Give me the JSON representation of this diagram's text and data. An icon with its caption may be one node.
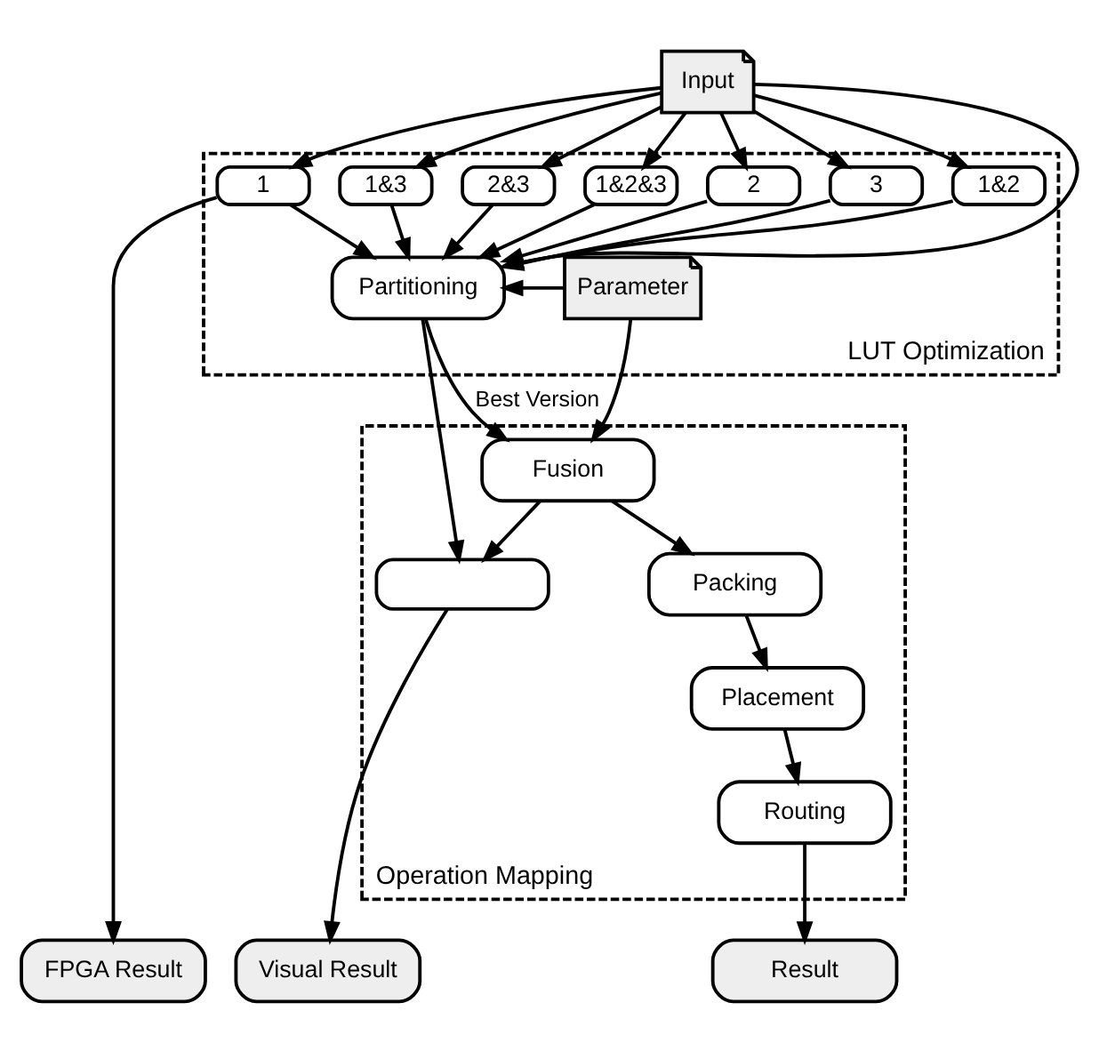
{
  "diagram": {
    "nodes": [
      {
        "text": [
          "Input"
        ]
      },
      {
        "text": [
          "LUT Optimization"
        ]
      },
      {
        "text": [
          "1"
        ],
        "in": 1
      },
      {
        "text": [
          "2"
        ],
        "in": 1
      },
      {
        "text": [
          "3"
        ],
        "in": 1
      },
      {
        "text": [
          "1&2"
        ],
        "in": 1
      },
      {
        "text": [
          "1&3"
        ],
        "in": 1
      },
      {
        "text": [
          "2&3"
        ],
        "in": 1
      },
      {
        "text": [
          "1&2&3"
        ],
        "in": 1
      },
      {
        "text": [
          "Partitioning"
        ],
        "in": 1
      },
      {
        "text": [
          "Parameter"
        ],
        "in": 1
      },
      {
        "text": [
          "Operation Mapping"
        ]
      },
      {
        "text": [
          "Fusion"
        ],
        "in": 11
      },
      {
        "text": [
          "Packing"
        ],
        "in": 11
      },
      {
        "text": [
          "Placement"
        ],
        "in": 11
      },
      {
        "text": [
          "Routing"
        ],
        "in": 11
      },
      {
        "text": [],
        "shape": "box",
        "in": 11
      },
      {
        "text": [
          "FPGA Result"
        ]
      },
      {
        "text": [
          "Result"
        ]
      },
      {
        "text": [
          "Visual Result"
        ]
      }
    ],
    "edges": [
      {
        "from": 0,
        "to": 2,
        "arrow": "to"
      },
      {
        "from": 0,
        "to": 3,
        "arrow": "to"
      },
      {
        "from": 0,
        "to": 4,
        "arrow": "to"
      },
      {
        "from": 0,
        "to": 5,
        "arrow": "to"
      },
      {
        "from": 0,
        "to": 9,
        "arrow": "to"
      },
      {
        "from": 0,
        "to": 6,
        "arrow": "to"
      },
      {
        "from": 0,
        "to": 7,
        "arrow": "to"
      },
      {
        "from": 0,
        "to": 8,
        "arrow": "to"
      },
      {
        "from": 2,
        "to": 9,
        "arrow": "to"
      },
      {
        "from": 3,
        "to": 9,
        "arrow": "to"
      },
      {
        "from": 4,
        "to": 9,
        "arrow": "to"
      },
      {
        "from": 5,
        "to": 9,
        "arrow": "to"
      },
      {
        "from": 6,
        "to": 9,
        "arrow": "to"
      },
      {
        "from": 7,
        "to": 9,
        "arrow": "to"
      },
      {
        "from": 8,
        "to": 9,
        "arrow": "to"
      },
      {
        "from": 10,
        "to": 9,
        "arrow": "to"
      },
      {
        "from": 9,
        "to": 12,
        "arrow": "to",
        "label": "Best Version"
      },
      {
        "from": 10,
        "to": 12,
        "arrow": "to"
      },
      {
        "from": 9,
        "to": 16,
        "arrow": "to"
      },
      {
        "from": 12,
        "to": 16,
        "arrow": "to"
      },
      {
        "from": 12,
        "to": 13,
        "arrow": "to"
      },
      {
        "from": 13,
        "to": 14,
        "arrow": "to"
      },
      {
        "from": 14,
        "to": 15,
        "arrow": "to"
      },
      {
        "from": 2,
        "to": 17,
        "arrow": "to"
      },
      {
        "from": 15,
        "to": 18,
        "arrow": "to"
      },
      {
        "from": 16,
        "to": 19,
        "arrow": "to"
      }
    ]
  }
}
